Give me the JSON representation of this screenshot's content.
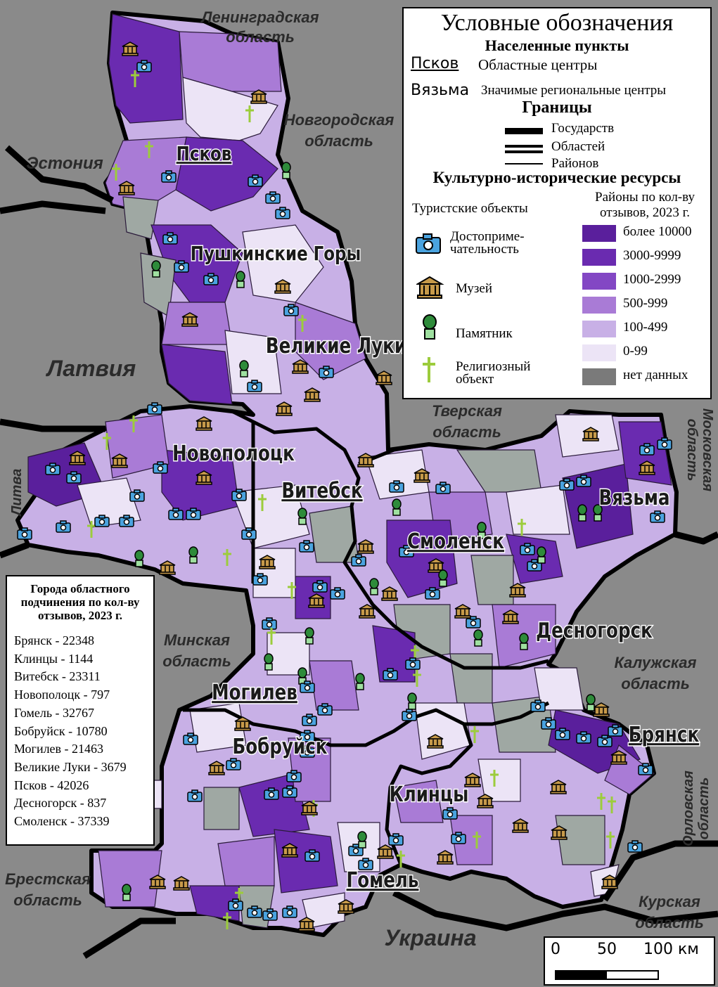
{
  "neighbors": [
    {
      "id": "leningrad",
      "lines": [
        "Ленинградская",
        "область"
      ]
    },
    {
      "id": "novgorod",
      "lines": [
        "Новгородская",
        "область"
      ]
    },
    {
      "id": "estonia",
      "lines": [
        "Эстония"
      ]
    },
    {
      "id": "latvia",
      "lines": [
        "Латвия"
      ]
    },
    {
      "id": "tver",
      "lines": [
        "Тверская",
        "область"
      ]
    },
    {
      "id": "moscow",
      "lines": [
        "Московская",
        "область"
      ]
    },
    {
      "id": "litva",
      "lines": [
        "Литва"
      ]
    },
    {
      "id": "minsk",
      "lines": [
        "Минская",
        "область"
      ]
    },
    {
      "id": "kaluga",
      "lines": [
        "Калужская",
        "область"
      ]
    },
    {
      "id": "orel",
      "lines": [
        "Орловская",
        "область"
      ]
    },
    {
      "id": "brest",
      "lines": [
        "Брестская",
        "область"
      ]
    },
    {
      "id": "kursk",
      "lines": [
        "Курская",
        "область"
      ]
    },
    {
      "id": "ukraine",
      "lines": [
        "Украина"
      ]
    }
  ],
  "cities": [
    {
      "id": "pskov",
      "name": "Псков",
      "underlined": true
    },
    {
      "id": "pushgory",
      "name": "Пушкинские Горы",
      "underlined": false
    },
    {
      "id": "vluki",
      "name": "Великие Луки",
      "underlined": false
    },
    {
      "id": "novopolotsk",
      "name": "Новополоцк",
      "underlined": false
    },
    {
      "id": "vitebsk",
      "name": "Витебск",
      "underlined": true
    },
    {
      "id": "smolensk",
      "name": "Смоленск",
      "underlined": true
    },
    {
      "id": "vyazma",
      "name": "Вязьма",
      "underlined": false
    },
    {
      "id": "desnogorsk",
      "name": "Десногорск",
      "underlined": false
    },
    {
      "id": "mogilev",
      "name": "Могилев",
      "underlined": true
    },
    {
      "id": "bobruisk",
      "name": "Бобруйск",
      "underlined": false
    },
    {
      "id": "bryansk",
      "name": "Брянск",
      "underlined": true
    },
    {
      "id": "klintsy",
      "name": "Клинцы",
      "underlined": false
    },
    {
      "id": "gomel",
      "name": "Гомель",
      "underlined": true
    }
  ],
  "legend": {
    "title": "Условные обозначения",
    "settlements_heading": "Населенные пункты",
    "regional_center_sample": "Псков",
    "regional_center_label": "Областные центры",
    "significant_center_sample": "Вязьма",
    "significant_center_label": "Значимые региональные центры",
    "borders_heading": "Границы",
    "border_state": "Государств",
    "border_region": "Областей",
    "border_district": "Районов",
    "resources_heading": "Культурно-исторические ресурсы",
    "tourist_objects_label": "Туристские объекты",
    "districts_label_line1": "Районы по кол-ву",
    "districts_label_line2": "отзывов, 2023 г.",
    "objects": [
      {
        "icon": "camera-icon",
        "lines": [
          "Достоприме-",
          "чательность"
        ]
      },
      {
        "icon": "museum-icon",
        "lines": [
          "Музей"
        ]
      },
      {
        "icon": "monument-icon",
        "lines": [
          "Памятник"
        ]
      },
      {
        "icon": "cross-icon",
        "lines": [
          "Религиозный",
          "объект"
        ]
      }
    ],
    "classes": [
      {
        "label": "более 10000",
        "color": "#5a1f9c"
      },
      {
        "label": "3000-9999",
        "color": "#6a2bb0"
      },
      {
        "label": "1000-2999",
        "color": "#8347c4"
      },
      {
        "label": "500-999",
        "color": "#a97bd6"
      },
      {
        "label": "100-499",
        "color": "#c8b0e6"
      },
      {
        "label": "0-99",
        "color": "#ece4f6"
      },
      {
        "label": "нет данных",
        "color": "#7a7a7a"
      }
    ]
  },
  "cities_box": {
    "title_lines": [
      "Города областного",
      "подчинения по кол-ву",
      "отзывов, 2023 г."
    ],
    "items": [
      "Брянск - 22348",
      "Клинцы - 1144",
      "Витебск - 23311",
      "Новополоцк - 797",
      "Гомель - 32767",
      "Бобруйск - 10780",
      "Могилев - 21463",
      "Великие Луки - 3679",
      "Псков - 42026",
      "Десногорск - 837",
      "Смоленск - 37339"
    ]
  },
  "scale": {
    "labels": [
      "0",
      "50",
      "100 км"
    ]
  },
  "colors": {
    "outside": "#8a8a8a",
    "region_fill": "#c8b0e6",
    "no_data": "#9fa8a3",
    "border": "#000000"
  }
}
